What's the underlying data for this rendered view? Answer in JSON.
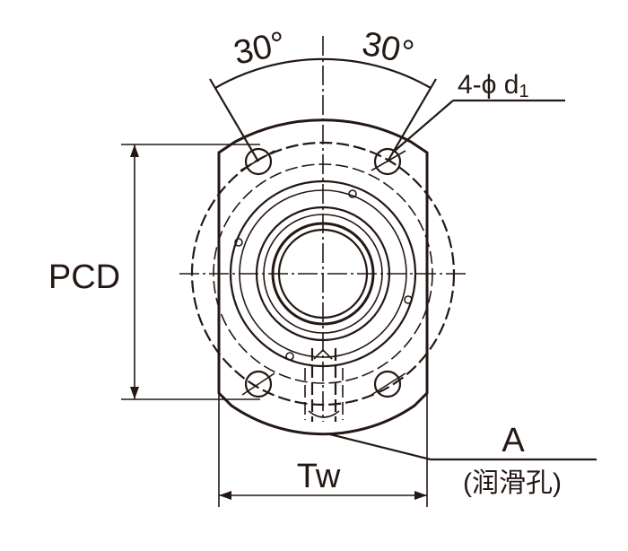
{
  "labels": {
    "angle_left": "30°",
    "angle_right": "30°",
    "hole_spec_prefix": "4-ϕ d",
    "hole_spec_sub": "1",
    "pcd": "PCD",
    "tw": "Tw",
    "port_letter": "A",
    "port_note": "(润滑孔)"
  },
  "colors": {
    "ink": "#231815",
    "background": "#ffffff"
  }
}
